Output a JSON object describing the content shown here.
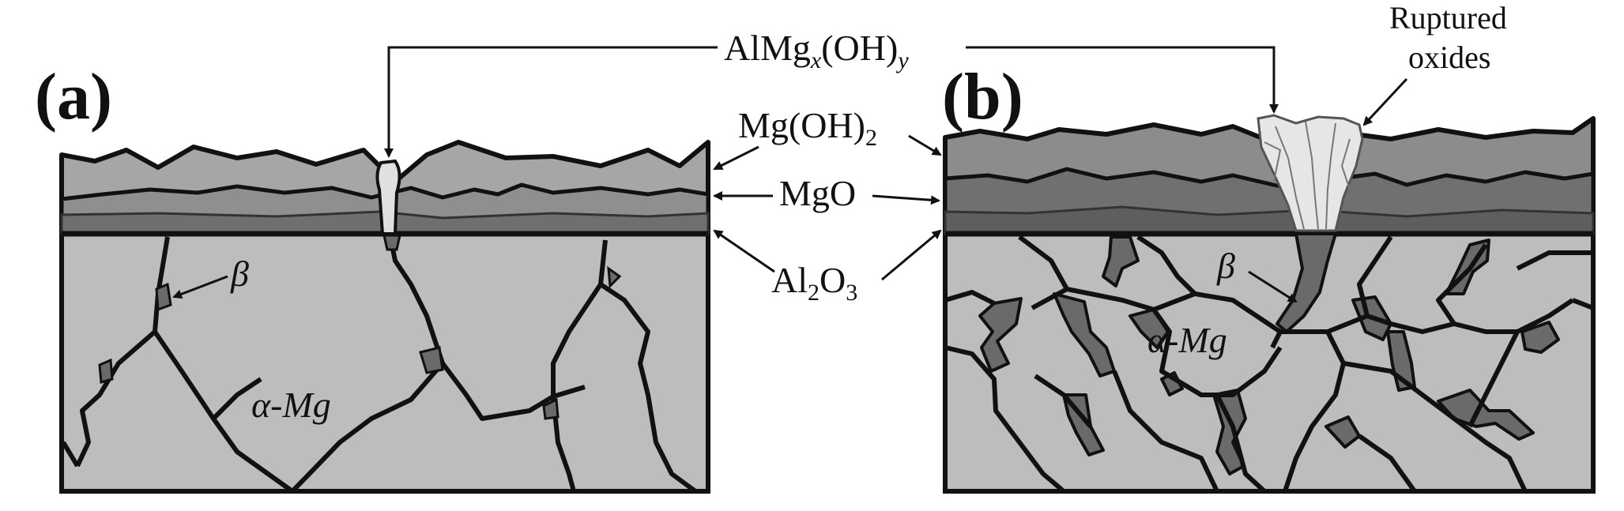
{
  "panels": {
    "a": {
      "label": "(a)"
    },
    "b": {
      "label": "(b)"
    }
  },
  "labels": {
    "almg_base": "AlMg",
    "almg_x": "x",
    "almg_oh": "(OH)",
    "almg_y": "y",
    "mgoh2_base": "Mg(OH)",
    "mgoh2_sub": "2",
    "mgo": "MgO",
    "al2o3_a": "Al",
    "al2o3_2": "2",
    "al2o3_o": "O",
    "al2o3_3": "3",
    "ruptured_line1": "Ruptured",
    "ruptured_line2": "oxides",
    "beta_a": "β",
    "beta_b": "β",
    "alpha_mg_a": "α-Mg",
    "alpha_mg_b": "α-Mg"
  },
  "colors": {
    "matrix": "#bdbdbd",
    "oxide_light": "#a6a6a6",
    "oxide_mid": "#8f8f8f",
    "oxide_dark": "#6f6f6f",
    "beta_phase": "#6a6a6a",
    "line": "#111111",
    "rupture": "#e6e6e6"
  }
}
